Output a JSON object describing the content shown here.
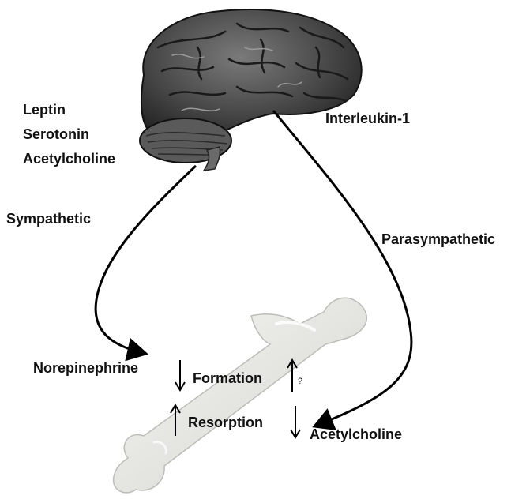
{
  "labels": {
    "leptin": "Leptin",
    "serotonin": "Serotonin",
    "acetylcholine_brain": "Acetylcholine",
    "interleukin": "Interleukin-1",
    "sympathetic": "Sympathetic",
    "parasympathetic": "Parasympathetic",
    "norepinephrine": "Norepinephrine",
    "formation": "Formation",
    "resorption": "Resorption",
    "acetylcholine_bone": "Acetylcholine",
    "question": "?"
  },
  "effects": {
    "norepinephrine_formation": "decrease",
    "norepinephrine_resorption": "increase",
    "acetylcholine_formation": "increase",
    "acetylcholine_resorption": "decrease"
  },
  "colors": {
    "text": "#111111",
    "arrow": "#000000",
    "brain": "#3a3a3a",
    "bone": "#e3e3df"
  }
}
